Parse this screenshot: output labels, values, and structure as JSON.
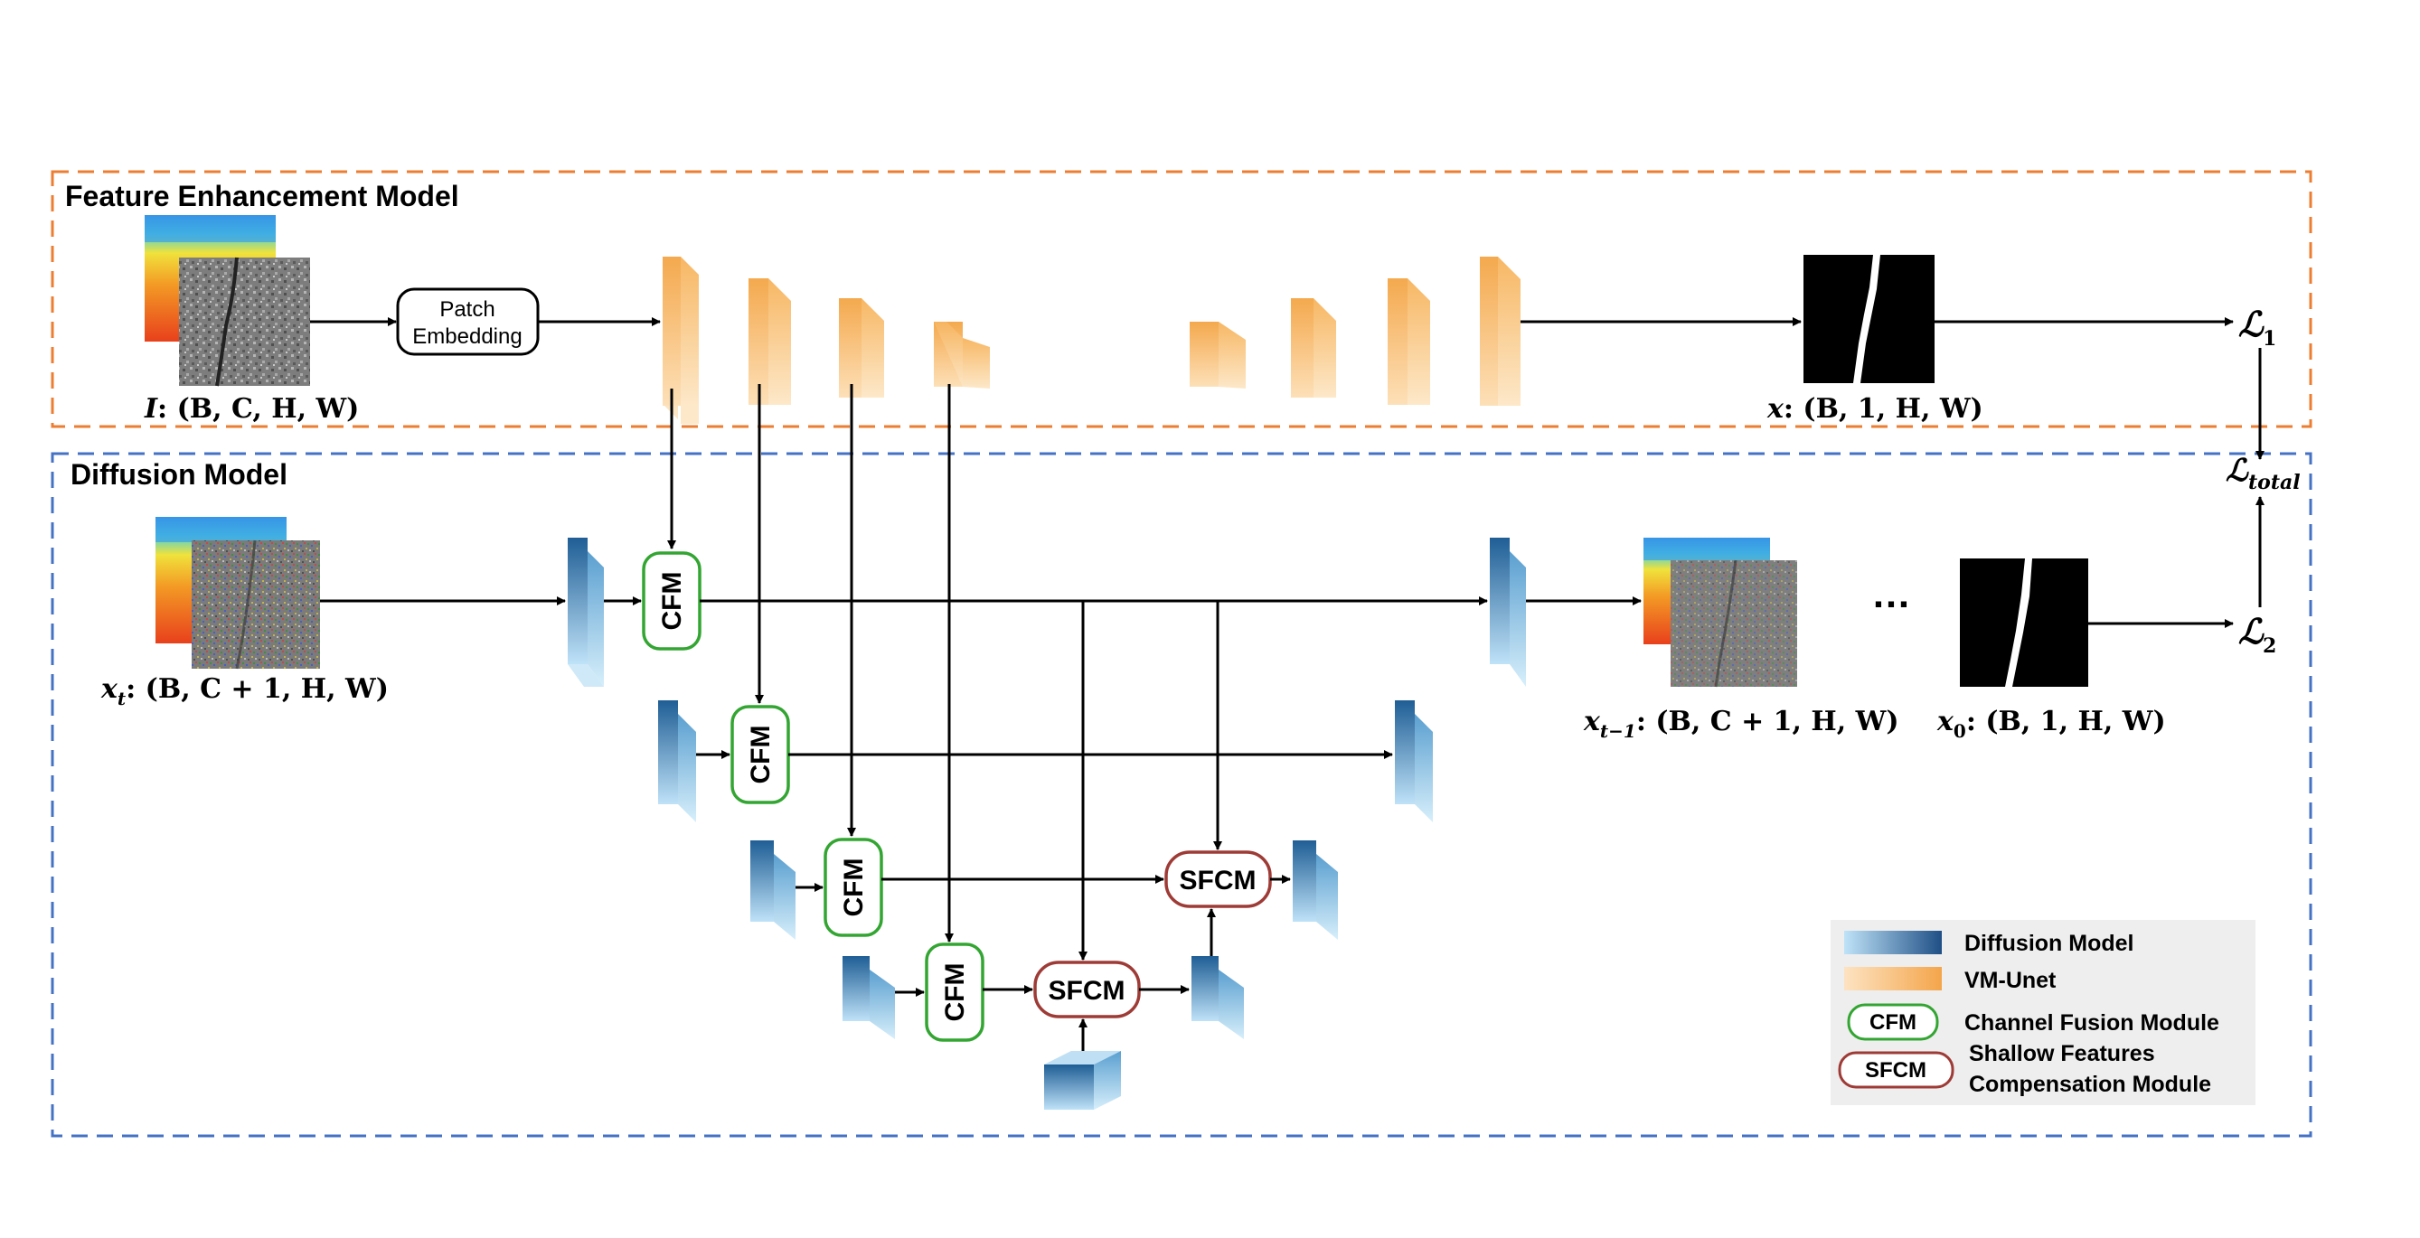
{
  "top_section": {
    "title": "Feature Enhancement Model"
  },
  "bottom_section": {
    "title": "Diffusion Model"
  },
  "patch_embedding": {
    "line1": "Patch",
    "line2": "Embedding"
  },
  "modules": {
    "cfm": "CFM",
    "sfcm": "SFCM"
  },
  "labels": {
    "input_prefix": "I",
    "input_shape": ": (B, C, H, W)",
    "x_prefix": "x",
    "x_shape": ": (B, 1, H, W)",
    "xt_prefix": "x",
    "xt_sub": "t",
    "xt_shape": ": (B, C + 1, H, W)",
    "xt1_prefix": "x",
    "xt1_sub": "t−1",
    "xt1_shape": ": (B, C + 1, H, W)",
    "x0_prefix": "x",
    "x0_sub": "0",
    "x0_shape": ": (B, 1, H, W)",
    "ellipsis": "…"
  },
  "losses": {
    "l1_symbol": "ℒ",
    "l1_sub": "1",
    "l2_symbol": "ℒ",
    "l2_sub": "2",
    "total_symbol": "ℒ",
    "total_sub": "total"
  },
  "legend": {
    "diffusion_label": "Diffusion Model",
    "vmunet_label": "VM-Unet",
    "cfm_tag": "CFM",
    "cfm_label": "Channel Fusion Module",
    "sfcm_tag": "SFCM",
    "sfcm_label_line1": "Shallow Features",
    "sfcm_label_line2": "Compensation Module"
  },
  "colors": {
    "orange_border": "#ed7d31",
    "blue_border": "#4472c4",
    "cfm_green": "#33a532",
    "sfcm_red": "#9e3b36",
    "legend_bg": "#eeeeee"
  }
}
